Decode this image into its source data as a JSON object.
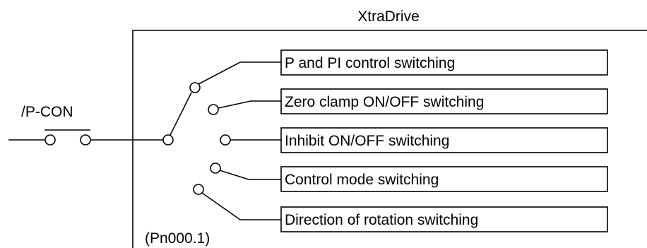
{
  "enclosure": {
    "title": "XtraDrive",
    "param": "(Pn000.1)"
  },
  "input": {
    "label": "/P-CON"
  },
  "functions": [
    {
      "label": "P and PI control switching"
    },
    {
      "label": "Zero clamp ON/OFF switching"
    },
    {
      "label": "Inhibit ON/OFF switching"
    },
    {
      "label": "Control mode switching"
    },
    {
      "label": "Direction of rotation switching"
    }
  ]
}
